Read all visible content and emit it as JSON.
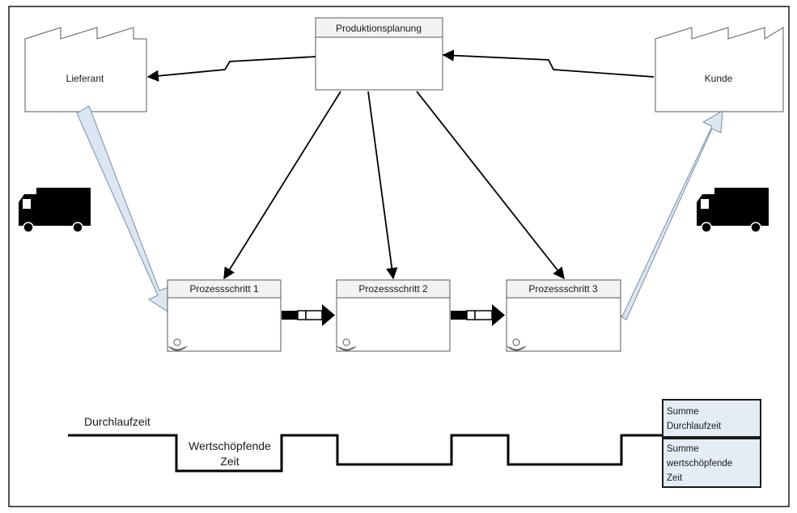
{
  "planning": {
    "label": "Produktionsplanung"
  },
  "supplier": {
    "label": "Lieferant"
  },
  "customer": {
    "label": "Kunde"
  },
  "processes": [
    {
      "label": "Prozessschritt 1"
    },
    {
      "label": "Prozessschritt 2"
    },
    {
      "label": "Prozessschritt 3"
    }
  ],
  "timeline": {
    "lead_time_label": "Durchlaufzeit",
    "value_added_line1": "Wertschöpfende",
    "value_added_line2": "Zeit"
  },
  "summary": {
    "lead_time_line1": "Summe",
    "lead_time_line2": "Durchlaufzeit",
    "value_added_line1": "Summe",
    "value_added_line2": "wertschöpfende",
    "value_added_line3": "Zeit"
  },
  "icons": {
    "factory": "factory-icon",
    "truck": "truck-icon",
    "operator": "operator-icon",
    "push_arrow": "push-arrow-icon",
    "electronic_info_flow": "lightning-arrow-icon"
  },
  "colors": {
    "box_fill": "#ffffff",
    "box_stroke": "#595959",
    "header_fill": "#f2f2f2",
    "summary_fill": "#e4ecf6",
    "shipment_arrow_fill": "#dce6f2",
    "shipment_arrow_stroke": "#7a8da6",
    "line": "#000000"
  }
}
